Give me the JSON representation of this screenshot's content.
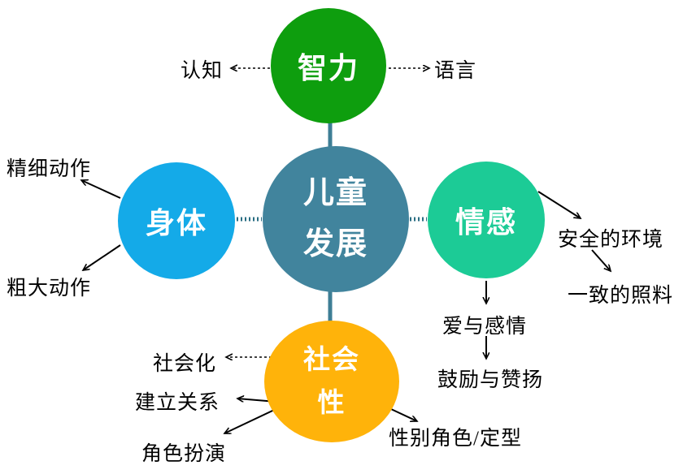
{
  "diagram": {
    "center": {
      "line1": "儿童",
      "line2": "发展"
    },
    "nodes": {
      "intelligence": {
        "label": "智力"
      },
      "body": {
        "label": "身体"
      },
      "emotion": {
        "label": "情感"
      },
      "social": {
        "line1": "社会",
        "line2": "性"
      }
    },
    "labels": {
      "cognition": "认知",
      "language": "语言",
      "fine_motor": "精细动作",
      "gross_motor": "粗大动作",
      "safe_environment": "安全的环境",
      "consistent_care": "一致的照料",
      "love_affection": "爱与感情",
      "encouragement_praise": "鼓励与赞扬",
      "socialization": "社会化",
      "build_relationships": "建立关系",
      "role_play": "角色扮演",
      "gender_role_stereotype": "性别角色/定型"
    },
    "colors": {
      "center": "#41849D",
      "intelligence": "#0E9E0E",
      "body": "#14AAE8",
      "emotion": "#1CCB96",
      "social": "#FFB30A",
      "connector": "#3E7E95",
      "connector_dotted": "#2A6E83",
      "arrow": "#000000"
    }
  }
}
